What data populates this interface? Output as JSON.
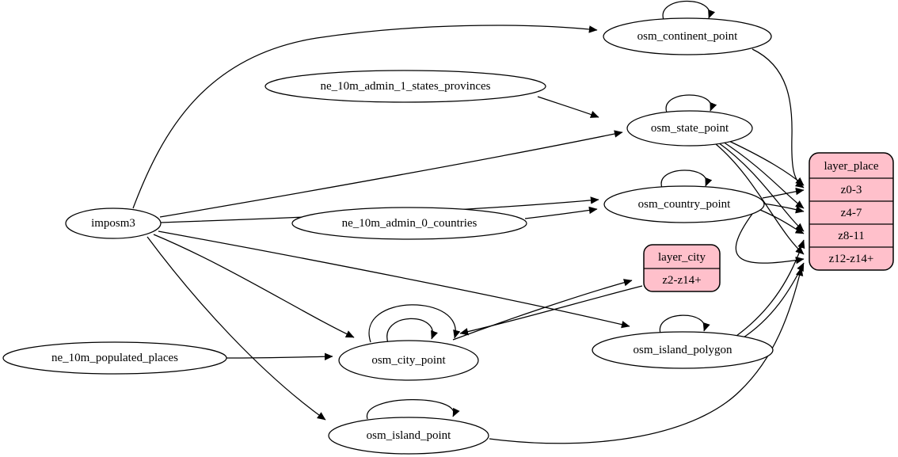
{
  "diagram_type": "graphviz-etl-dependency-graph",
  "colors": {
    "background": "#ffffff",
    "table_node_fill": "#ffffff",
    "layer_record_fill": "#ffc0cb",
    "stroke": "#000000"
  },
  "nodes": {
    "imposm3": {
      "label": "imposm3",
      "shape": "ellipse"
    },
    "ne_10m_admin_1_states_provinces": {
      "label": "ne_10m_admin_1_states_provinces",
      "shape": "ellipse"
    },
    "ne_10m_admin_0_countries": {
      "label": "ne_10m_admin_0_countries",
      "shape": "ellipse"
    },
    "ne_10m_populated_places": {
      "label": "ne_10m_populated_places",
      "shape": "ellipse"
    },
    "osm_continent_point": {
      "label": "osm_continent_point",
      "shape": "ellipse"
    },
    "osm_state_point": {
      "label": "osm_state_point",
      "shape": "ellipse"
    },
    "osm_country_point": {
      "label": "osm_country_point",
      "shape": "ellipse"
    },
    "osm_city_point": {
      "label": "osm_city_point",
      "shape": "ellipse"
    },
    "osm_island_polygon": {
      "label": "osm_island_polygon",
      "shape": "ellipse"
    },
    "osm_island_point": {
      "label": "osm_island_point",
      "shape": "ellipse"
    },
    "layer_city": {
      "label": "layer_city",
      "shape": "record",
      "rows": [
        "z2-z14+"
      ]
    },
    "layer_place": {
      "label": "layer_place",
      "shape": "record",
      "rows": [
        "z0-3",
        "z4-7",
        "z8-11",
        "z12-z14+"
      ]
    }
  },
  "edges": [
    {
      "from": "imposm3",
      "to": "osm_continent_point"
    },
    {
      "from": "imposm3",
      "to": "osm_state_point"
    },
    {
      "from": "imposm3",
      "to": "osm_country_point"
    },
    {
      "from": "imposm3",
      "to": "osm_city_point"
    },
    {
      "from": "imposm3",
      "to": "osm_island_polygon"
    },
    {
      "from": "imposm3",
      "to": "osm_island_point"
    },
    {
      "from": "ne_10m_admin_1_states_provinces",
      "to": "osm_state_point"
    },
    {
      "from": "ne_10m_admin_0_countries",
      "to": "osm_country_point"
    },
    {
      "from": "ne_10m_populated_places",
      "to": "osm_city_point"
    },
    {
      "from": "osm_continent_point",
      "to": "osm_continent_point"
    },
    {
      "from": "osm_state_point",
      "to": "osm_state_point"
    },
    {
      "from": "osm_country_point",
      "to": "osm_country_point"
    },
    {
      "from": "osm_city_point",
      "to": "osm_city_point"
    },
    {
      "from": "osm_city_point",
      "to": "osm_city_point"
    },
    {
      "from": "osm_island_polygon",
      "to": "osm_island_polygon"
    },
    {
      "from": "osm_island_point",
      "to": "osm_island_point"
    },
    {
      "from": "osm_continent_point",
      "to": "layer_place:z0-3"
    },
    {
      "from": "osm_state_point",
      "to": "layer_place:z0-3"
    },
    {
      "from": "osm_state_point",
      "to": "layer_place:z4-7"
    },
    {
      "from": "osm_state_point",
      "to": "layer_place:z8-11"
    },
    {
      "from": "osm_state_point",
      "to": "layer_place:z12-z14+"
    },
    {
      "from": "osm_country_point",
      "to": "layer_place:z0-3"
    },
    {
      "from": "osm_country_point",
      "to": "layer_place:z4-7"
    },
    {
      "from": "osm_country_point",
      "to": "layer_place:z8-11"
    },
    {
      "from": "osm_country_point",
      "to": "layer_place:z12-z14+"
    },
    {
      "from": "osm_island_polygon",
      "to": "layer_place:z8-11"
    },
    {
      "from": "osm_island_polygon",
      "to": "layer_place:z12-z14+"
    },
    {
      "from": "osm_island_point",
      "to": "layer_place:z12-z14+"
    },
    {
      "from": "osm_city_point",
      "to": "layer_city:z2-z14+"
    },
    {
      "from": "layer_city",
      "to": "osm_city_point"
    }
  ]
}
